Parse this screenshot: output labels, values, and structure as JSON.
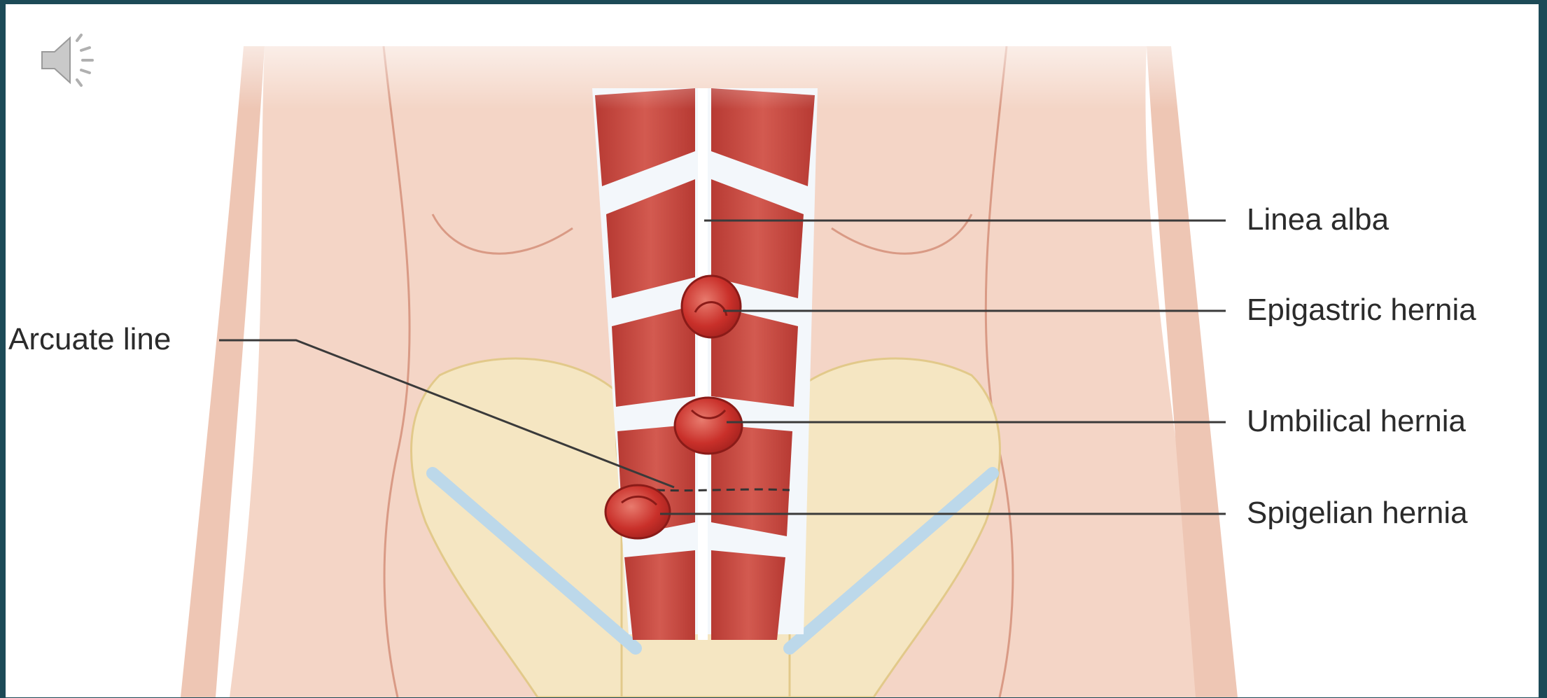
{
  "labels": {
    "linea_alba": "Linea alba",
    "epigastric_hernia": "Epigastric hernia",
    "arcuate_line": "Arcuate line",
    "umbilical_hernia": "Umbilical hernia",
    "spigelian_hernia": "Spigelian hernia"
  },
  "icons": {
    "audio": "speaker-icon"
  },
  "colors": {
    "background": "#1c4a57",
    "skin": "#f4d5c6",
    "muscle": "#c8443d",
    "pelvis": "#f5e6c2",
    "hernia": "#c9302a"
  }
}
